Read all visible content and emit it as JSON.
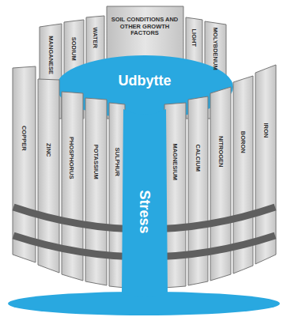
{
  "diagram": {
    "labels": [
      "MANGANESE",
      "SODIUM",
      "WATER",
      "SOIL CONDITIONS AND OTHER GROWTH FACTORS",
      "LIGHT",
      "MOLYBDENUM",
      "COPPER",
      "ZINC",
      "PHOSPHORUS",
      "POTASSIUM",
      "SULPHUR",
      "Udbytte",
      "Stress",
      "MAGNESIUM",
      "CALCIUM",
      "NITROGEN",
      "BORON",
      "IRON"
    ]
  }
}
